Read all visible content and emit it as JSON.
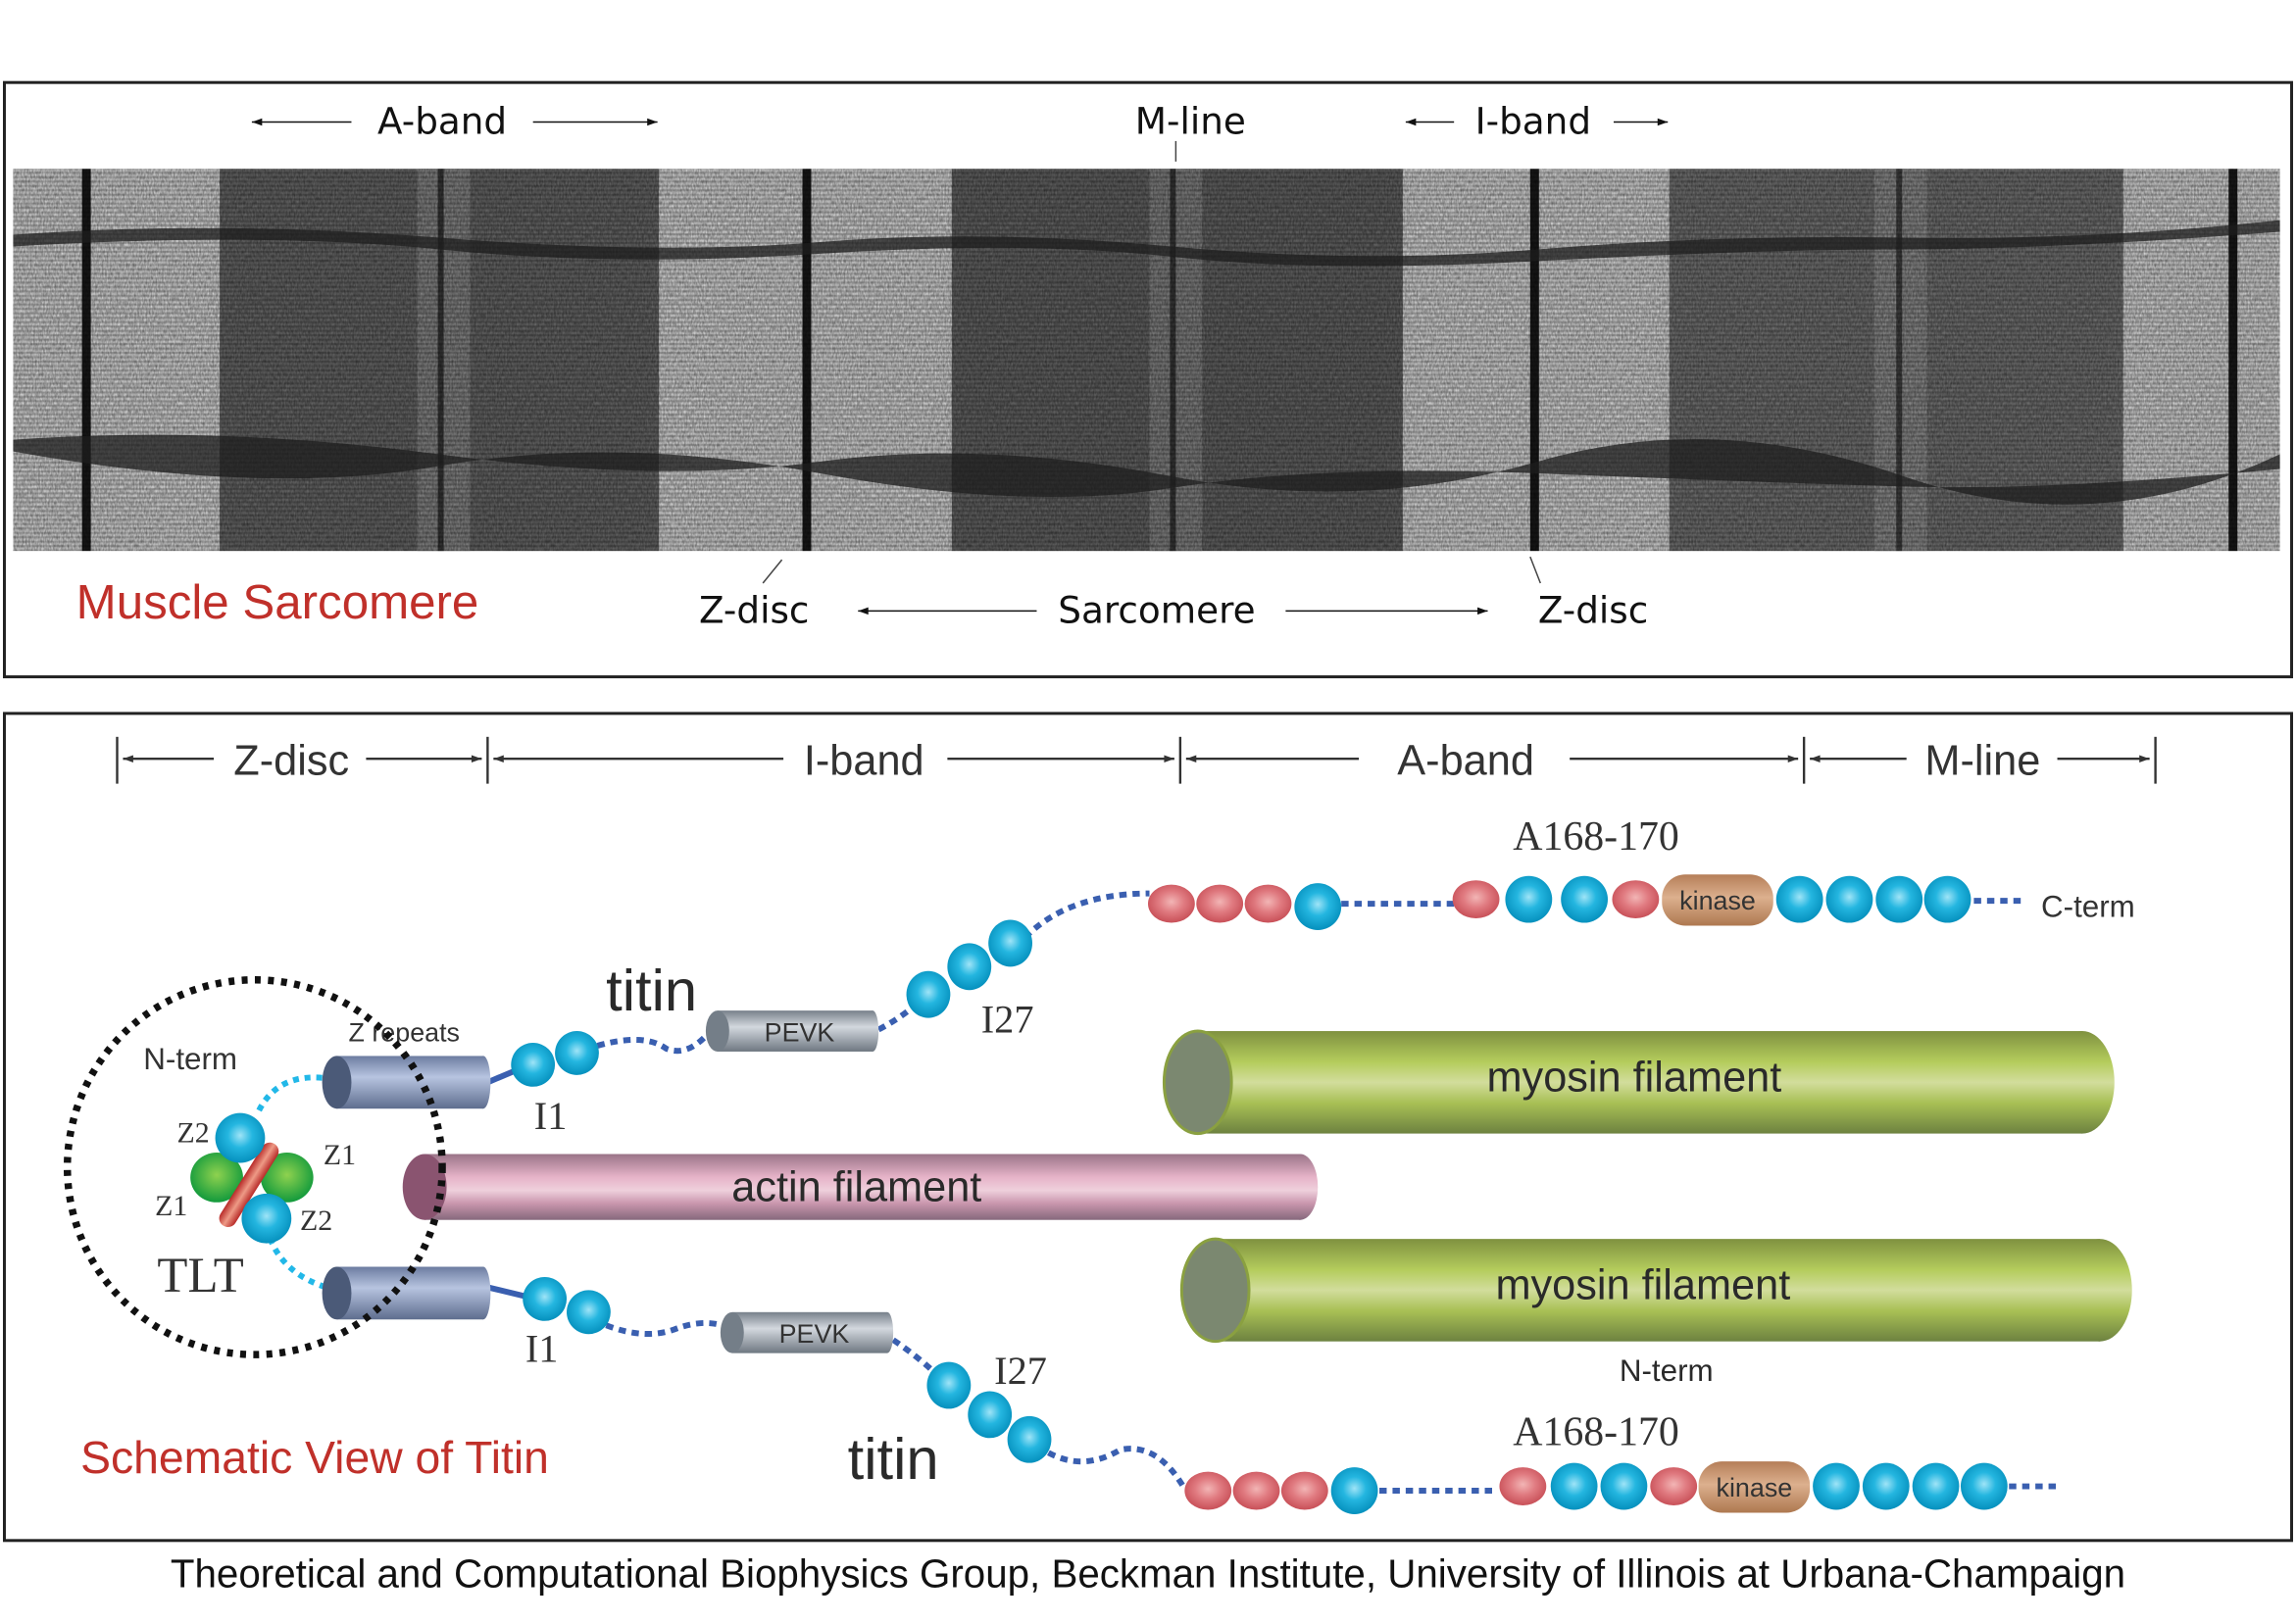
{
  "micrograph_panel": {
    "title": "Muscle Sarcomere",
    "title_color": "#c0302a",
    "top_labels": {
      "a_band": "A-band",
      "m_line": "M-line",
      "i_band": "I-band"
    },
    "bottom_labels": {
      "z_disc_left": "Z-disc",
      "sarcomere": "Sarcomere",
      "z_disc_right": "Z-disc"
    }
  },
  "schematic_panel": {
    "title": "Schematic View of Titin",
    "title_color": "#c0302a",
    "regions": [
      {
        "label": "Z-disc"
      },
      {
        "label": "I-band"
      },
      {
        "label": "A-band"
      },
      {
        "label": "M-line"
      }
    ],
    "labels": {
      "titin_top": "titin",
      "titin_bottom": "titin",
      "z_repeats": "Z repeats",
      "n_term_top": "N-term",
      "n_term_bottom": "N-term",
      "c_term": "C-term",
      "pevk_top": "PEVK",
      "pevk_bottom": "PEVK",
      "i1_top": "I1",
      "i1_bottom": "I1",
      "i27_top": "I27",
      "i27_bottom": "I27",
      "a168_top": "A168-170",
      "a168_bottom": "A168-170",
      "kinase_top": "kinase",
      "kinase_bottom": "kinase",
      "z2_upper": "Z2",
      "z1_right": "Z1",
      "z1_left": "Z1",
      "z2_lower": "Z2",
      "tlt": "TLT",
      "actin": "actin filament",
      "myosin_top": "myosin filament",
      "myosin_bottom": "myosin filament"
    },
    "colors": {
      "ig_domain": "#0aa6d2",
      "fn3_domain": "#d9636b",
      "kinase": "#c08d68",
      "linker": "#3a5fb0",
      "n_term_linker": "#22b8e8",
      "z_repeat": "#8494b8",
      "pevk": "#8a939d",
      "actin": "#c990a8",
      "myosin": "#9cb449",
      "telethonin_z1": "#2aa848",
      "telethonin_bar": "#cc3a34"
    }
  },
  "footer": {
    "credit": "Theoretical and Computational Biophysics Group, Beckman Institute, University of Illinois at Urbana-Champaign"
  }
}
